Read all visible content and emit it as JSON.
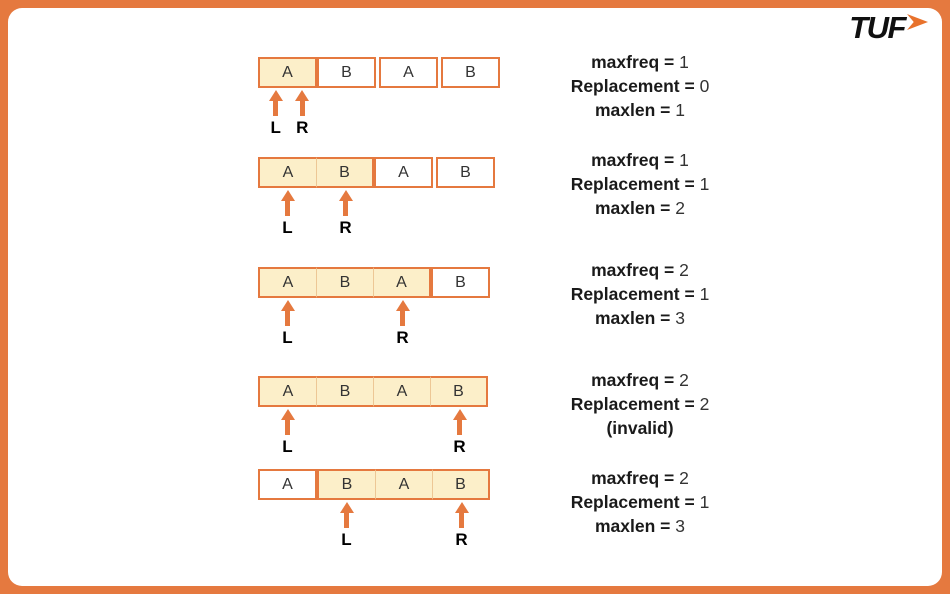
{
  "logo": {
    "text": "TUF",
    "arrow_icon": "forward-arrow-icon"
  },
  "colors": {
    "accent": "#E5793F",
    "cell_fill": "#FCEFC9",
    "cell_divider": "#EDC795",
    "logo_arrow": "#E8722C"
  },
  "icons": {
    "pointer": "up-arrow-icon",
    "logo": "forward-arrow-icon"
  },
  "rows": [
    {
      "cells": [
        {
          "label": "A",
          "filled": true
        },
        {
          "label": "B",
          "filled": false
        },
        {
          "label": "A",
          "filled": false
        },
        {
          "label": "B",
          "filled": false
        }
      ],
      "pointers": [
        {
          "label": "L",
          "cell": 0,
          "offset": 0.3
        },
        {
          "label": "R",
          "cell": 0,
          "offset": 0.75
        }
      ],
      "stats": [
        {
          "label": "maxfreq =",
          "value": "1"
        },
        {
          "label": "Replacement =",
          "value": "0"
        },
        {
          "label": "maxlen =",
          "value": "1"
        }
      ]
    },
    {
      "cells": [
        {
          "label": "A",
          "filled": true
        },
        {
          "label": "B",
          "filled": true
        },
        {
          "label": "A",
          "filled": false
        },
        {
          "label": "B",
          "filled": false
        }
      ],
      "pointers": [
        {
          "label": "L",
          "cell": 0,
          "offset": 0.5
        },
        {
          "label": "R",
          "cell": 1,
          "offset": 0.5
        }
      ],
      "stats": [
        {
          "label": "maxfreq =",
          "value": "1"
        },
        {
          "label": "Replacement =",
          "value": "1"
        },
        {
          "label": "maxlen =",
          "value": "2"
        }
      ]
    },
    {
      "cells": [
        {
          "label": "A",
          "filled": true
        },
        {
          "label": "B",
          "filled": true
        },
        {
          "label": "A",
          "filled": true
        },
        {
          "label": "B",
          "filled": false
        }
      ],
      "pointers": [
        {
          "label": "L",
          "cell": 0,
          "offset": 0.5
        },
        {
          "label": "R",
          "cell": 2,
          "offset": 0.5
        }
      ],
      "stats": [
        {
          "label": "maxfreq =",
          "value": "2"
        },
        {
          "label": "Replacement =",
          "value": "1"
        },
        {
          "label": "maxlen =",
          "value": "3"
        }
      ]
    },
    {
      "cells": [
        {
          "label": "A",
          "filled": true
        },
        {
          "label": "B",
          "filled": true
        },
        {
          "label": "A",
          "filled": true
        },
        {
          "label": "B",
          "filled": true
        }
      ],
      "pointers": [
        {
          "label": "L",
          "cell": 0,
          "offset": 0.5
        },
        {
          "label": "R",
          "cell": 3,
          "offset": 0.5
        }
      ],
      "stats": [
        {
          "label": "maxfreq =",
          "value": "2"
        },
        {
          "label": "Replacement =",
          "value": "2"
        },
        {
          "label": "(invalid)",
          "value": ""
        }
      ]
    },
    {
      "cells": [
        {
          "label": "A",
          "filled": false
        },
        {
          "label": "B",
          "filled": true
        },
        {
          "label": "A",
          "filled": true
        },
        {
          "label": "B",
          "filled": true
        }
      ],
      "pointers": [
        {
          "label": "L",
          "cell": 1,
          "offset": 0.5
        },
        {
          "label": "R",
          "cell": 3,
          "offset": 0.5
        }
      ],
      "stats": [
        {
          "label": "maxfreq =",
          "value": "2"
        },
        {
          "label": "Replacement =",
          "value": "1"
        },
        {
          "label": "maxlen =",
          "value": "3"
        }
      ]
    }
  ]
}
